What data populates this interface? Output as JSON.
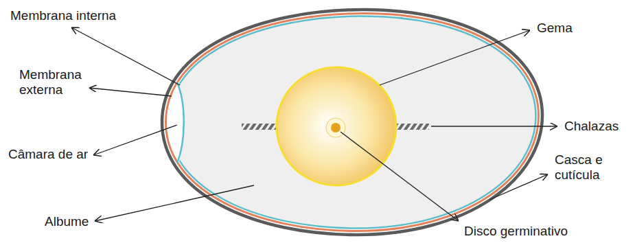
{
  "diagram": {
    "labels": [
      "Membrana interna",
      "Gema",
      "Membrana externa",
      "Chalazas",
      "Câmara de ar",
      "Casca e cutícula",
      "Albume",
      "Disco germinativo"
    ]
  }
}
